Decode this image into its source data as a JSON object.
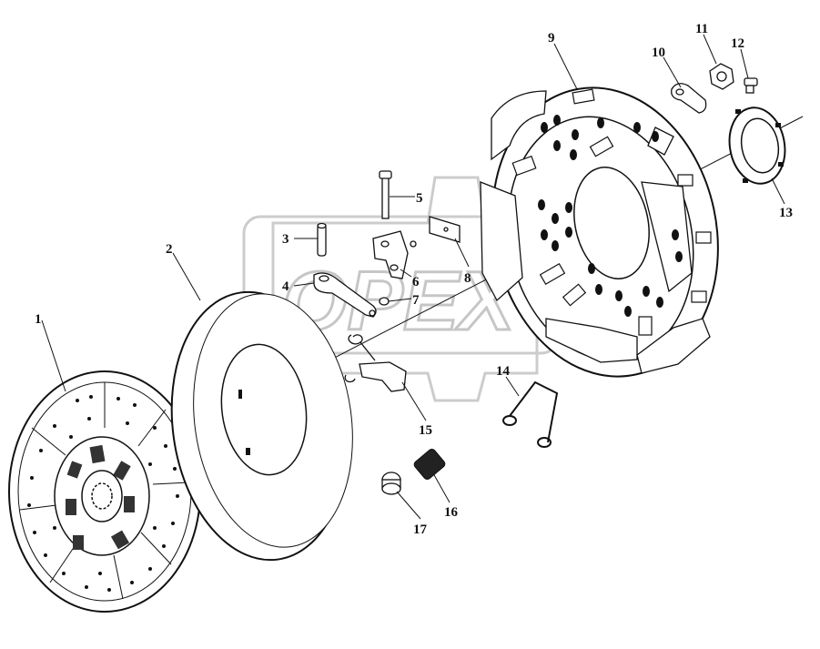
{
  "watermark": {
    "text": "OPEX",
    "color": "#bdbdbd"
  },
  "ink_color": "#111111",
  "callouts": [
    {
      "id": "1",
      "label": "1"
    },
    {
      "id": "2",
      "label": "2"
    },
    {
      "id": "3",
      "label": "3"
    },
    {
      "id": "4",
      "label": "4"
    },
    {
      "id": "5",
      "label": "5"
    },
    {
      "id": "6",
      "label": "6"
    },
    {
      "id": "7",
      "label": "7"
    },
    {
      "id": "8",
      "label": "8"
    },
    {
      "id": "9",
      "label": "9"
    },
    {
      "id": "10",
      "label": "10"
    },
    {
      "id": "11",
      "label": "11"
    },
    {
      "id": "12",
      "label": "12"
    },
    {
      "id": "13",
      "label": "13"
    },
    {
      "id": "14",
      "label": "14"
    },
    {
      "id": "15",
      "label": "15"
    },
    {
      "id": "16",
      "label": "16"
    },
    {
      "id": "17",
      "label": "17"
    }
  ]
}
